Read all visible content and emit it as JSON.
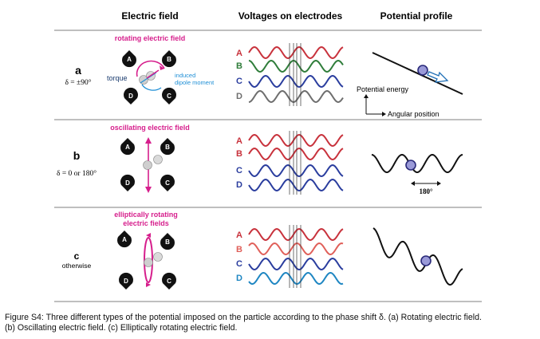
{
  "headers": {
    "field": "Electric field",
    "voltages": "Voltages on electrodes",
    "profile": "Potential profile"
  },
  "rows": [
    {
      "letter": "a",
      "condition": "δ = ±90°",
      "field_title": "rotating electric field",
      "torque_label": "torque",
      "dipole_label_1": "induced",
      "dipole_label_2": "dipole moment",
      "electrodes": [
        "A",
        "B",
        "C",
        "D"
      ],
      "wave_colors": [
        "#c8323c",
        "#2f7d3a",
        "#2a3d9e",
        "#6e6e6e"
      ],
      "profile_ylabel": "Potential energy",
      "profile_xlabel": "Angular position"
    },
    {
      "letter": "b",
      "condition": "δ = 0 or 180°",
      "field_title": "oscillating electric field",
      "electrodes": [
        "A",
        "B",
        "C",
        "D"
      ],
      "wave_colors": [
        "#c8323c",
        "#c8323c",
        "#2a3d9e",
        "#2a3d9e"
      ],
      "period_label": "180°"
    },
    {
      "letter": "c",
      "condition": "otherwise",
      "field_title_1": "elliptically rotating",
      "field_title_2": "electric fields",
      "electrodes": [
        "A",
        "B",
        "C",
        "D"
      ],
      "wave_colors": [
        "#c8323c",
        "#e0605a",
        "#2a3d9e",
        "#1e86c2"
      ]
    }
  ],
  "caption": {
    "line1": "Figure S4: Three different types of the potential imposed on the particle according to the phase shift δ. (a) Rotating electric field.",
    "line2": "(b) Oscillating electric field. (c) Elliptically rotating electric field."
  },
  "colors": {
    "magenta": "#d61e8c",
    "blue": "#1f8fd6",
    "electrode": "#111111"
  }
}
